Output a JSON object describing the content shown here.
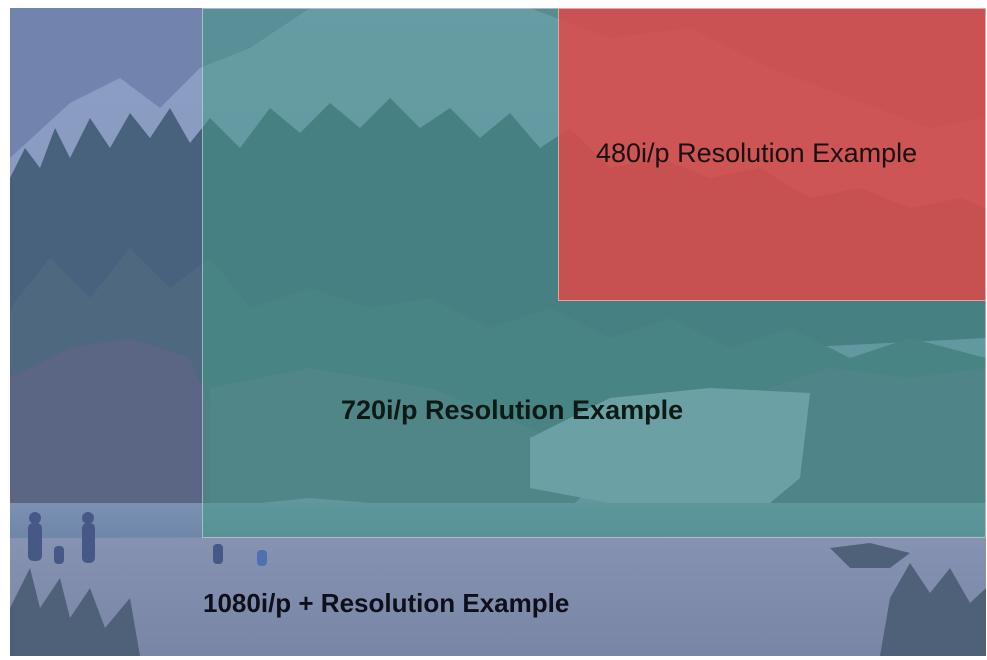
{
  "labels": {
    "res_480": "480i/p Resolution Example",
    "res_720": "720i/p Resolution Example",
    "res_1080": "1080i/p + Resolution Example"
  },
  "colors": {
    "overlay_480": "#E44646",
    "overlay_720": "#469B87",
    "overlay_1080": "#5C74B2"
  }
}
